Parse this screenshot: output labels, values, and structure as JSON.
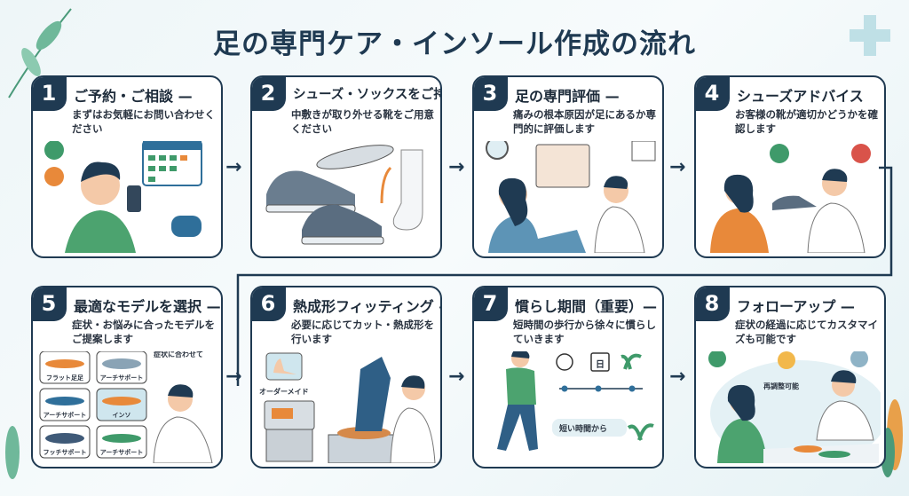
{
  "title": "足の専門ケア・インソール作成の流れ",
  "steps": [
    {
      "num": "1",
      "title": "ご予約・ご相談 —",
      "desc": "まずはお気軽にお問い合わせください"
    },
    {
      "num": "2",
      "title": "シューズ・ソックスをご持参",
      "desc": "中敷きが取り外せる靴をご用意ください"
    },
    {
      "num": "3",
      "title": "足の専門評価 —",
      "desc": "痛みの根本原因が足にあるか専門的に評価します"
    },
    {
      "num": "4",
      "title": "シューズアドバイス",
      "desc": "お客様の靴が適切かどうかを確認します"
    },
    {
      "num": "5",
      "title": "最適なモデルを選択 —",
      "desc": "症状・お悩みに合ったモデルをご提案します"
    },
    {
      "num": "6",
      "title": "熱成形フィッティング —",
      "desc": "必要に応じてカット・熱成形を行います"
    },
    {
      "num": "7",
      "title": "慣らし期間（重要）—",
      "desc": "短時間の歩行から徐々に慣らしていきます"
    },
    {
      "num": "8",
      "title": "フォローアップ —",
      "desc": "症状の経過に応じてカスタマイズも可能です"
    }
  ],
  "step5_labels": {
    "callout": "症状に合わせて",
    "models": [
      "フラット足足",
      "アーチサポート",
      "アーチサポート",
      "インソ",
      "フッチサポート",
      "アーチサポート"
    ]
  },
  "step6_label": "オーダーメイド",
  "step7_labels": {
    "calendar": "日",
    "caption": "短い時間から"
  },
  "step8_label": "再調整可能",
  "colors": {
    "navy": "#1f3a52",
    "green": "#3f9a6a",
    "orange": "#e8893a",
    "blue": "#2f6f9a"
  }
}
